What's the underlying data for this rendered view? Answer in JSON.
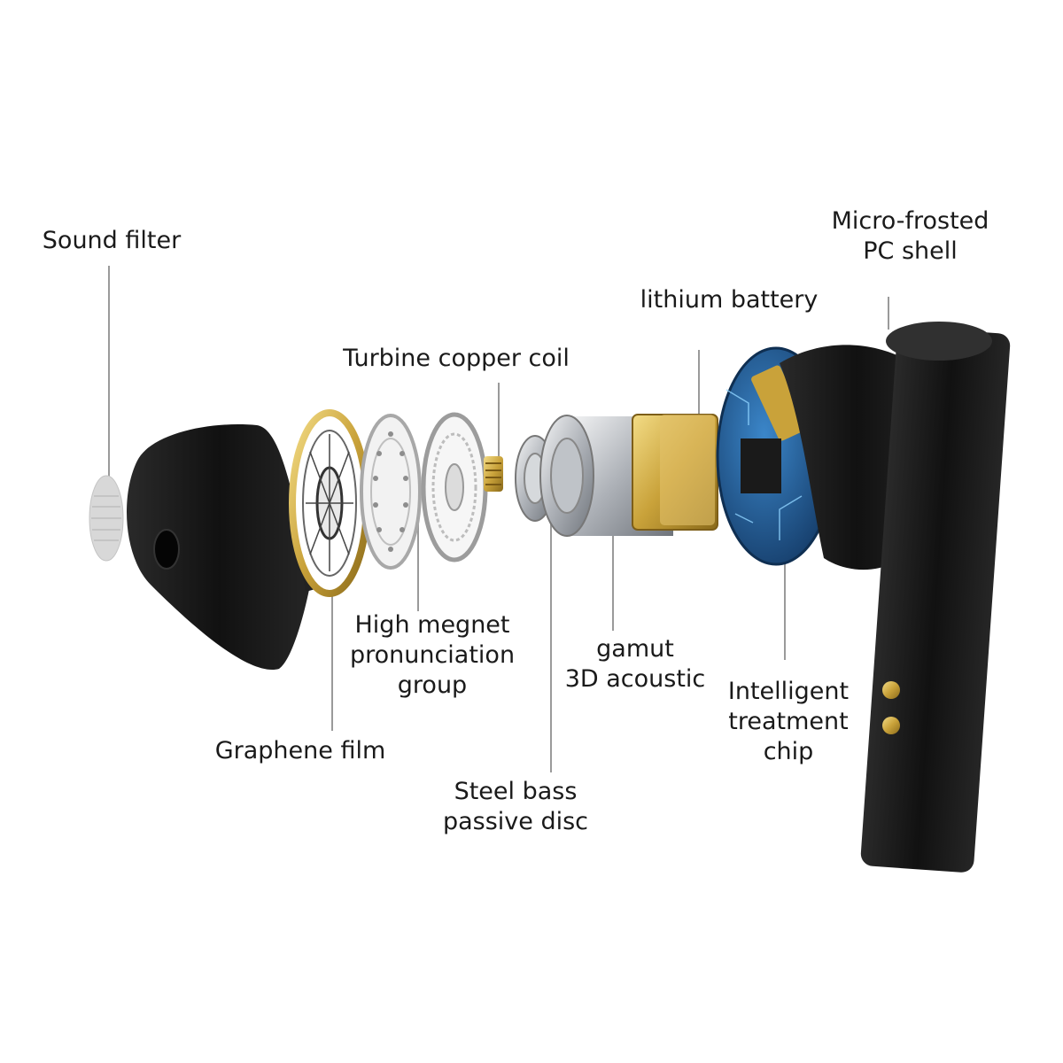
{
  "diagram": {
    "labels": {
      "sound_filter": [
        "Sound filter"
      ],
      "micro_frosted_shell": [
        "Micro-frosted",
        "PC shell"
      ],
      "lithium_battery": [
        "lithium battery"
      ],
      "turbine_copper_coil": [
        "Turbine copper coil"
      ],
      "high_magnet_group": [
        "High megnet",
        "pronunciation",
        "group"
      ],
      "gamut_acoustic": [
        "gamut",
        "3D acoustic"
      ],
      "intelligent_chip": [
        "Intelligent",
        "treatment",
        "chip"
      ],
      "graphene_film": [
        "Graphene film"
      ],
      "steel_bass_disc": [
        "Steel bass",
        "passive disc"
      ]
    },
    "colors": {
      "shell": "#141414",
      "gold": "#c9a23a",
      "pcb": "#1d4f86",
      "silver": "#c8cbd0",
      "leader_line": "#9a9a9a",
      "text": "#1a1a1a"
    }
  }
}
